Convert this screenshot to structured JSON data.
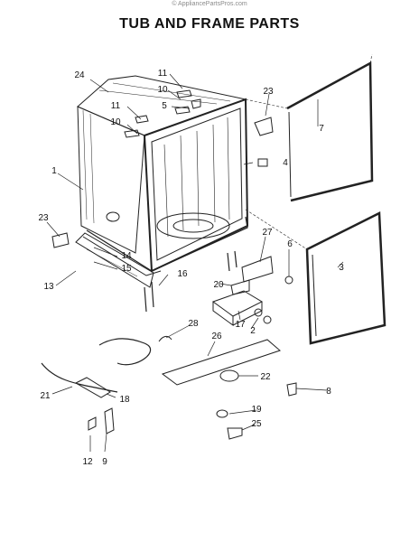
{
  "watermark": "© AppliancePartsPros.com",
  "title": "TUB AND FRAME PARTS",
  "callouts": [
    "24",
    "11",
    "10",
    "5",
    "11",
    "10",
    "23",
    "7",
    "4",
    "1",
    "23",
    "27",
    "6",
    "3",
    "14",
    "15",
    "13",
    "16",
    "20",
    "17",
    "2",
    "28",
    "26",
    "22",
    "8",
    "21",
    "18",
    "19",
    "25",
    "12",
    "9"
  ]
}
